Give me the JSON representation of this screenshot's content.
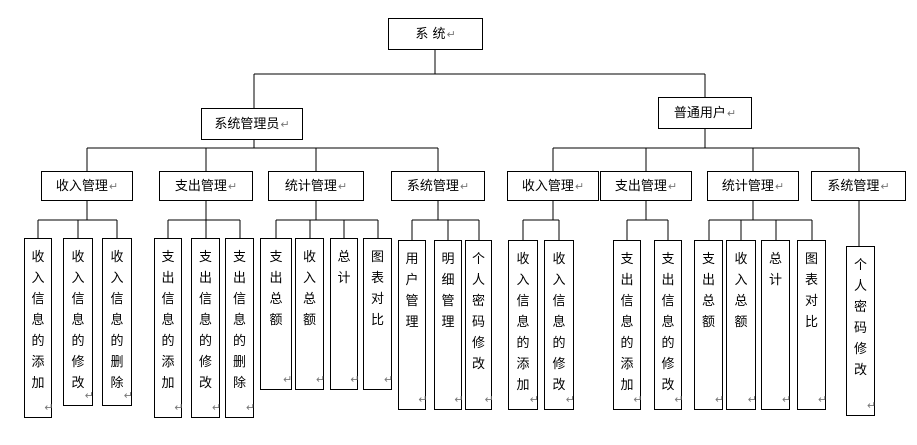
{
  "diagram": {
    "root": "系 统",
    "branches": [
      {
        "label": "系统管理员",
        "modules": [
          {
            "label": "收入管理",
            "leaves": [
              "收入信息的添加",
              "收入信息的修改",
              "收入信息的删除"
            ]
          },
          {
            "label": "支出管理",
            "leaves": [
              "支出信息的添加",
              "支出信息的修改",
              "支出信息的删除"
            ]
          },
          {
            "label": "统计管理",
            "leaves": [
              "支出总额",
              "收入总额",
              "总计",
              "图表对比"
            ]
          },
          {
            "label": "系统管理",
            "leaves": [
              "用户管理",
              "明细管理",
              "个人密码修改"
            ]
          }
        ]
      },
      {
        "label": "普通用户",
        "modules": [
          {
            "label": "收入管理",
            "leaves": [
              "收入信息的添加",
              "收入信息的修改"
            ]
          },
          {
            "label": "支出管理",
            "leaves": [
              "支出信息的添加",
              "支出信息的修改"
            ]
          },
          {
            "label": "统计管理",
            "leaves": [
              "支出总额",
              "收入总额",
              "总计",
              "图表对比"
            ]
          },
          {
            "label": "系统管理",
            "leaves": [
              "个人密码修改"
            ]
          }
        ]
      }
    ]
  }
}
